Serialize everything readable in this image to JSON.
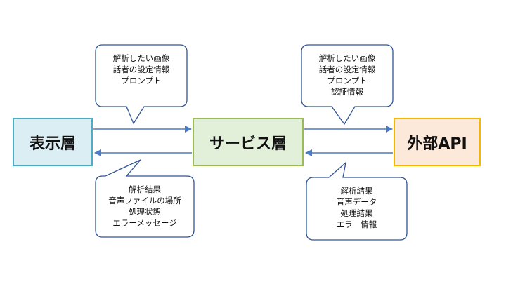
{
  "nodes": {
    "display": "表示層",
    "service": "サービス層",
    "external": "外部API"
  },
  "callouts": {
    "display_to_service": [
      "解析したい画像",
      "話者の設定情報",
      "プロンプト"
    ],
    "service_to_display": [
      "解析結果",
      "音声ファイルの場所",
      "処理状態",
      "エラーメッセージ"
    ],
    "service_to_external": [
      "解析したい画像",
      "話者の設定情報",
      "プロンプト",
      "認証情報"
    ],
    "external_to_service": [
      "解析結果",
      "音声データ",
      "処理結果",
      "エラー情報"
    ]
  },
  "colors": {
    "arrow": "#4a7bc4",
    "callout_border": "#2f5597",
    "display_fill": "#dbeef4",
    "display_border": "#4bacc6",
    "service_fill": "#e2efd9",
    "service_border": "#9bbb59",
    "external_fill": "#fde9d9",
    "external_border": "#f5b800"
  }
}
